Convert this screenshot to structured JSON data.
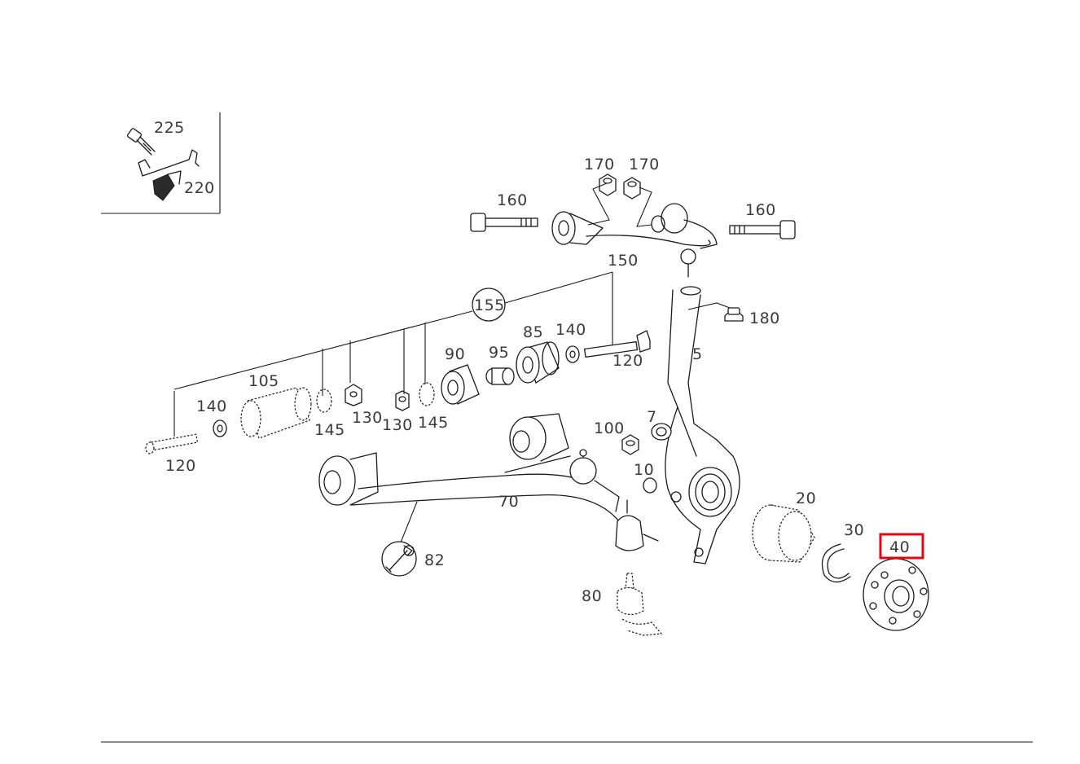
{
  "labels": {
    "p225": "225",
    "p220": "220",
    "p170a": "170",
    "p170b": "170",
    "p160a": "160",
    "p160b": "160",
    "p150": "150",
    "p155": "155",
    "p180": "180",
    "p85": "85",
    "p140a": "140",
    "p90": "90",
    "p95": "95",
    "p120a": "120",
    "p5": "5",
    "p105": "105",
    "p140b": "140",
    "p145a": "145",
    "p130a": "130",
    "p130b": "130",
    "p145b": "145",
    "p120b": "120",
    "p100": "100",
    "p7": "7",
    "p10": "10",
    "p70": "70",
    "p20": "20",
    "p30": "30",
    "p40": "40",
    "p82": "82",
    "p80": "80"
  },
  "highlight": {
    "part": "40",
    "color": "#e30613"
  }
}
